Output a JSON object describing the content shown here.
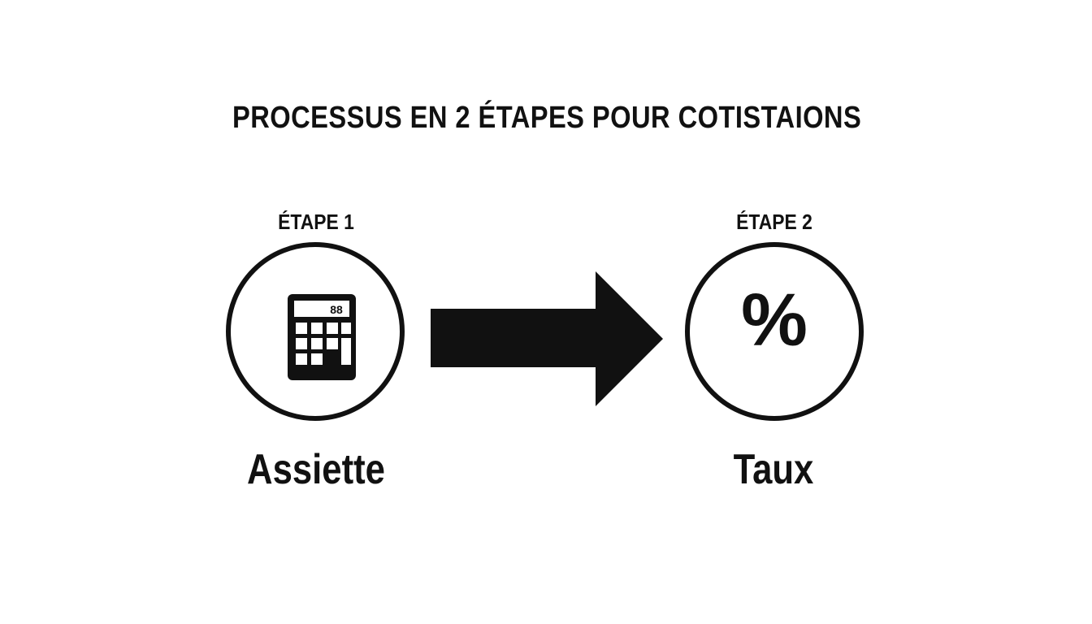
{
  "title": "PROCESSUS EN 2 ÉTAPES POUR COTISTAIONS",
  "steps": [
    {
      "label": "ÉTAPE 1",
      "name": "Assiette",
      "icon": "calculator-icon",
      "display_text": "88"
    },
    {
      "label": "ÉTAPE 2",
      "name": "Taux",
      "icon": "percent-icon",
      "symbol": "%"
    }
  ],
  "arrow": "arrow-right-icon",
  "colors": {
    "foreground": "#111111",
    "background": "#ffffff"
  }
}
